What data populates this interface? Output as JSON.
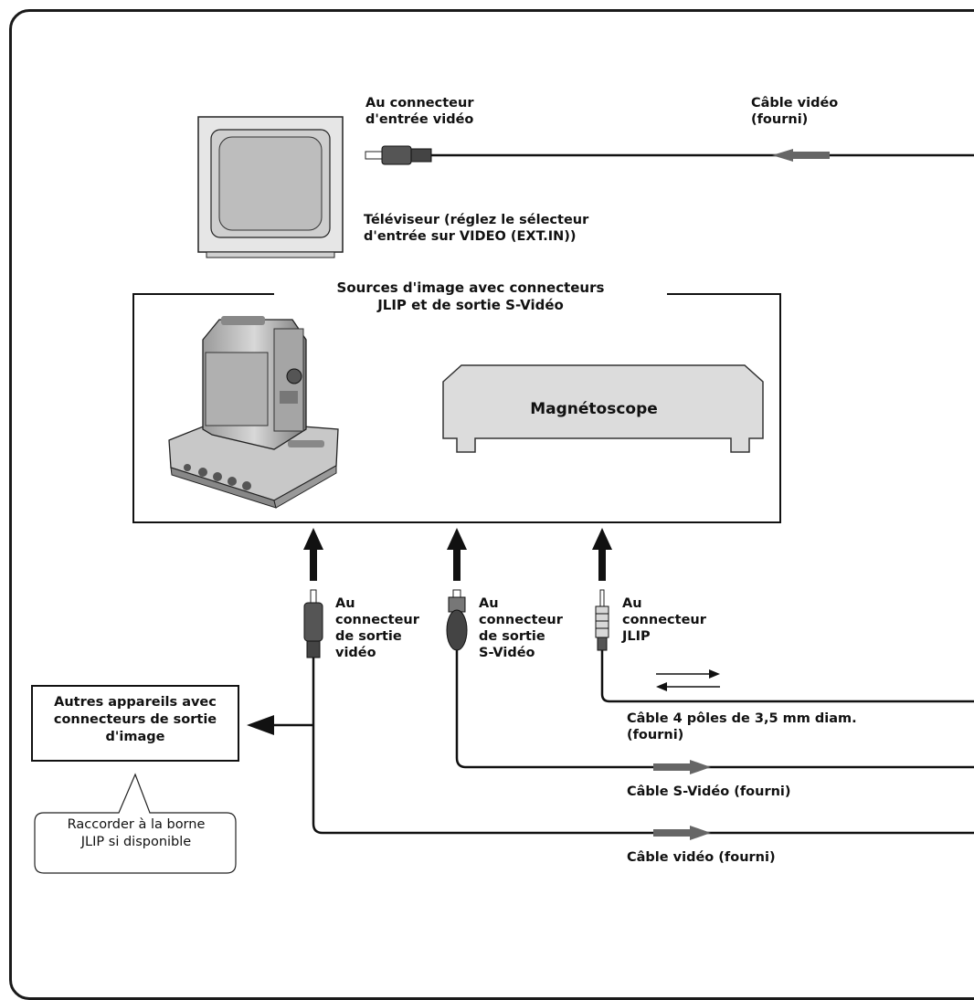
{
  "tv": {
    "input_label": [
      "Au connecteur",
      "d'entrée vidéo"
    ],
    "caption": [
      "Téléviseur (réglez le sélecteur",
      "d'entrée sur VIDEO (EXT.IN))"
    ]
  },
  "cable_video_top": [
    "Câble vidéo",
    "(fourni)"
  ],
  "sources_box": {
    "title": [
      "Sources d'image avec connecteurs",
      "JLIP et de sortie S-Vidéo"
    ],
    "vcr_label": "Magnétoscope"
  },
  "connectors": {
    "video_out": [
      "Au",
      "connecteur",
      "de sortie",
      "vidéo"
    ],
    "svideo_out": [
      "Au",
      "connecteur",
      "de sortie",
      "S-Vidéo"
    ],
    "jlip": [
      "Au",
      "connecteur",
      "JLIP"
    ]
  },
  "cables": {
    "four_pole": [
      "Câble 4 pôles de 3,5 mm diam.",
      "(fourni)"
    ],
    "svideo": "Câble S-Vidéo (fourni)",
    "video": "Câble vidéo (fourni)"
  },
  "other_devices": [
    "Autres appareils avec",
    "connecteurs de sortie",
    "d'image"
  ],
  "note": [
    "Raccorder à la borne",
    "JLIP si disponible"
  ]
}
